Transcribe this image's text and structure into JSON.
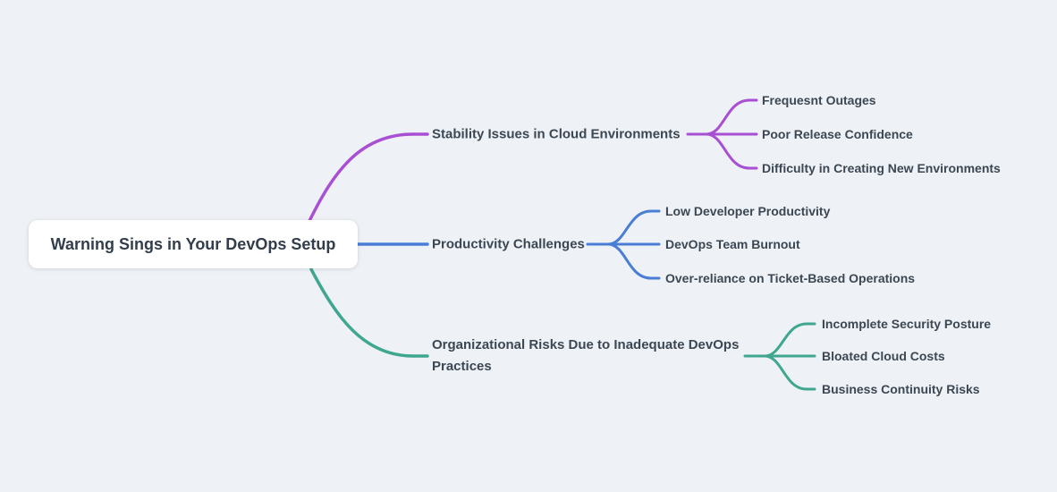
{
  "root": {
    "label": "Warning Sings in Your DevOps Setup"
  },
  "branches": [
    {
      "label": "Stability Issues in Cloud Environments",
      "color": "#a94fd3",
      "children": [
        "Frequesnt Outages",
        "Poor Release Confidence",
        "Difficulty in Creating New Environments"
      ]
    },
    {
      "label": "Productivity Challenges",
      "color": "#4a7ed6",
      "children": [
        "Low Developer Productivity",
        "DevOps Team Burnout",
        "Over-reliance on Ticket-Based Operations"
      ]
    },
    {
      "label": "Organizational Risks Due to Inadequate DevOps Practices",
      "color": "#3fa690",
      "children": [
        "Incomplete Security Posture",
        "Bloated Cloud Costs",
        "Business Continuity Risks"
      ]
    }
  ],
  "colors": {
    "background": "#eef1f5",
    "root_background": "#ffffff",
    "text": "#3c4754"
  }
}
